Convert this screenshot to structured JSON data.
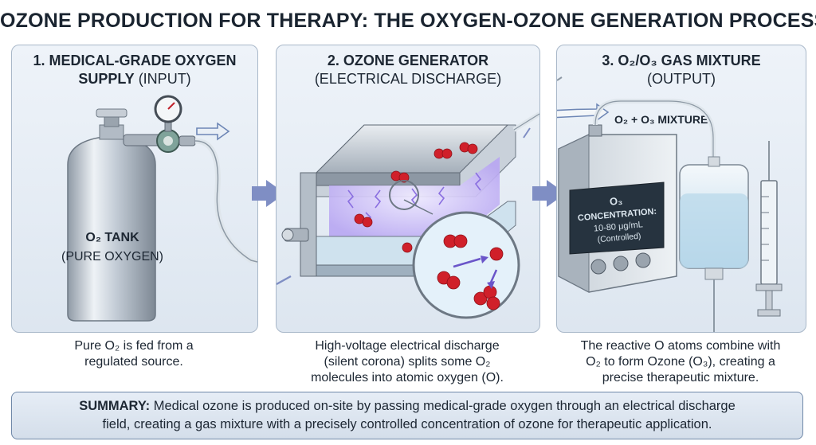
{
  "title": "OZONE PRODUCTION FOR THERAPY: THE OXYGEN-OZONE GENERATION PROCESS",
  "panels": [
    {
      "heading_line1": "1. MEDICAL-GRADE OXYGEN",
      "heading_line2_bold": "SUPPLY",
      "heading_line2_rest": " (INPUT)",
      "tank_label_line1": "O₂ TANK",
      "tank_label_line2": "(PURE OXYGEN)",
      "caption_line1": "Pure O₂ is fed from a",
      "caption_line2": "regulated source."
    },
    {
      "heading_line1": "2. OZONE GENERATOR",
      "heading_line2": "(ELECTRICAL DISCHARGE)",
      "caption_line1": "High-voltage electrical discharge",
      "caption_line2": "(silent corona) splits some O₂",
      "caption_line3": "molecules into atomic oxygen (O)."
    },
    {
      "heading_line1": "3. O₂/O₃ GAS MIXTURE",
      "heading_line2": "(OUTPUT)",
      "mixture_label": "O₂ + O₃ MIXTURE",
      "display_line1": "O₃",
      "display_line2": "CONCENTRATION:",
      "display_line3": "10-80 μg/mL",
      "display_line4": "(Controlled)",
      "caption_line1": "The reactive O atoms combine with",
      "caption_line2": "O₂ to form Ozone (O₃), creating a",
      "caption_line3": "precise therapeutic mixture."
    }
  ],
  "summary": {
    "label": "SUMMARY:",
    "text_line1": " Medical ozone is produced on-site by passing medical-grade oxygen through an electrical discharge",
    "text_line2": "field, creating a gas mixture with a precisely controlled concentration of ozone for therapeutic application."
  },
  "colors": {
    "flow_arrow": "#7f8ec4",
    "oxygen_atom": "#d0202a",
    "discharge": "#8a6fe0",
    "tank": "#c3ccd6"
  }
}
